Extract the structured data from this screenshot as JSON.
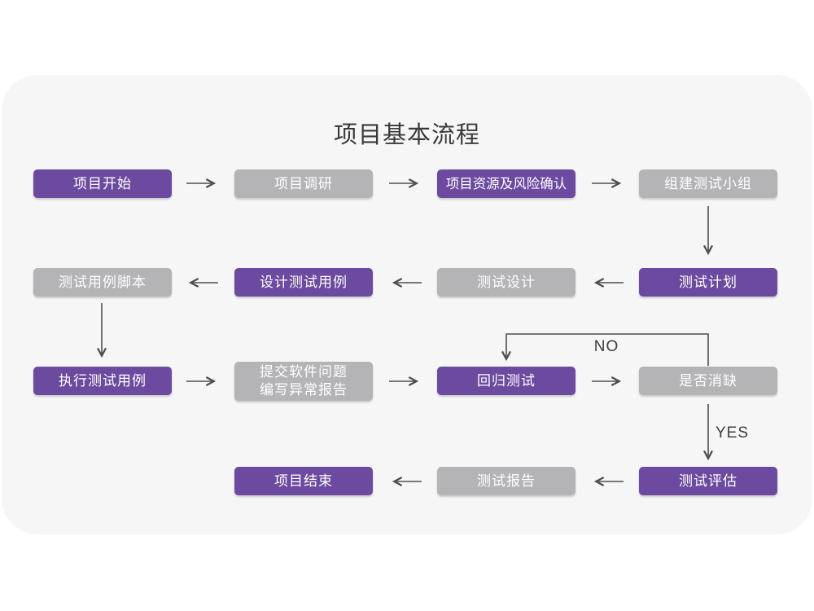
{
  "title": "项目基本流程",
  "colors": {
    "canvas_bg": "#ffffff",
    "panel_bg": "#f6f6f7",
    "purple_box": "#6b4a9f",
    "gray_box": "#b4b4b6",
    "box_text": "#ffffff",
    "arrow": "#4f4f4f",
    "title_text": "#3a3a3a",
    "edge_label_text": "#3d3d3d"
  },
  "nodes": {
    "project_start": {
      "label": "项目开始",
      "variant": "purple"
    },
    "project_research": {
      "label": "项目调研",
      "variant": "gray"
    },
    "resource_risk": {
      "label": "项目资源及风险确认",
      "variant": "purple"
    },
    "build_test_team": {
      "label": "组建测试小组",
      "variant": "gray"
    },
    "test_case_script": {
      "label": "测试用例脚本",
      "variant": "gray"
    },
    "design_test_case": {
      "label": "设计测试用例",
      "variant": "purple"
    },
    "test_design": {
      "label": "测试设计",
      "variant": "gray"
    },
    "test_plan": {
      "label": "测试计划",
      "variant": "purple"
    },
    "execute_test_case": {
      "label": "执行测试用例",
      "variant": "purple"
    },
    "submit_issue_report": {
      "label": "提交软件问题\n编写异常报告",
      "variant": "gray"
    },
    "regression_test": {
      "label": "回归测试",
      "variant": "purple"
    },
    "defect_cleared": {
      "label": "是否消缺",
      "variant": "gray"
    },
    "project_end": {
      "label": "项目结束",
      "variant": "purple"
    },
    "test_report": {
      "label": "测试报告",
      "variant": "gray"
    },
    "test_evaluation": {
      "label": "测试评估",
      "variant": "purple"
    }
  },
  "edges": {
    "no_label": "NO",
    "yes_label": "YES"
  }
}
